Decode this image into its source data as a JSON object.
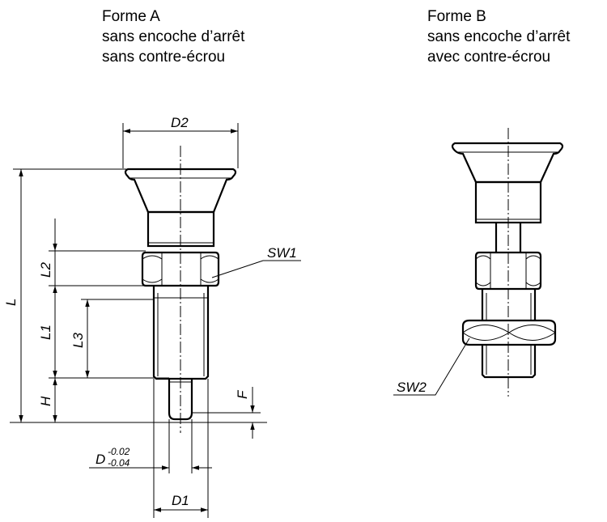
{
  "form_a": {
    "title": "Forme A",
    "line1": "sans encoche d’arrêt",
    "line2": "sans contre-écrou"
  },
  "form_b": {
    "title": "Forme B",
    "line1": "sans encoche d’arrêt",
    "line2": "avec contre-écrou"
  },
  "dimensions": {
    "d2": "D2",
    "l": "L",
    "l2": "L2",
    "l1": "L1",
    "l3": "L3",
    "h": "H",
    "f": "F",
    "d": "D",
    "d_tol_upper": "-0.02",
    "d_tol_lower": "-0.04",
    "d1": "D1",
    "sw1": "SW1",
    "sw2": "SW2"
  }
}
